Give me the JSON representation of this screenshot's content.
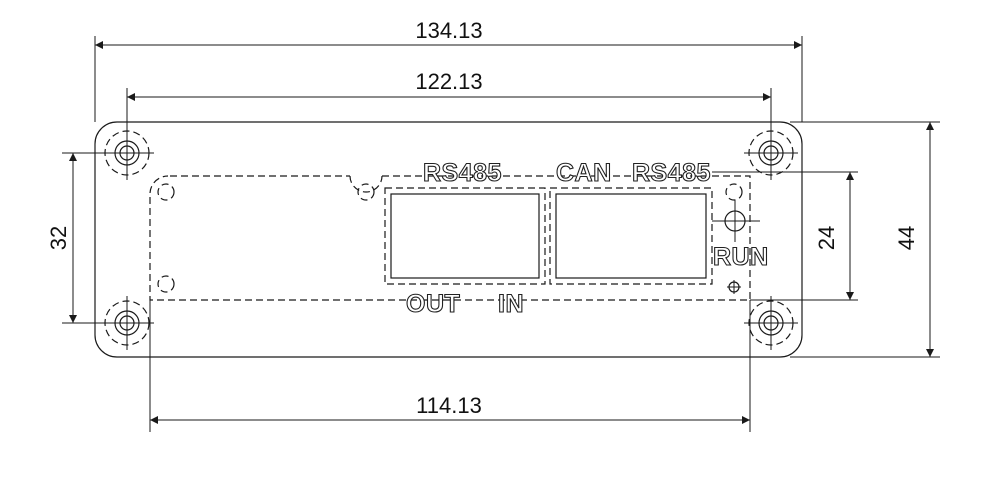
{
  "dimensions": {
    "overall_width": "134.13",
    "hole_spacing_width": "122.13",
    "cutout_width": "114.13",
    "hole_spacing_height": "32",
    "port_height": "24",
    "overall_height": "44"
  },
  "labels": {
    "port_left_top": "RS485",
    "port_right_top_can": "CAN",
    "port_right_top_rs485": "RS485",
    "port_left_bottom": "OUT",
    "port_right_bottom": "IN",
    "led": "RUN"
  },
  "colors": {
    "line": "#1a1a1a",
    "background": "#ffffff"
  }
}
